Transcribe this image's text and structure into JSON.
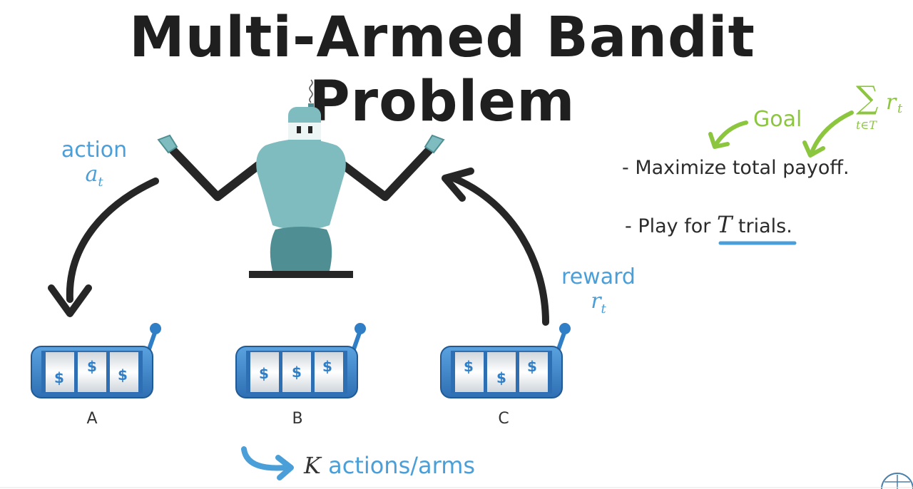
{
  "title": "Multi-Armed Bandit Problem",
  "action_label": {
    "word": "action",
    "symbol": "a",
    "subscript": "t"
  },
  "reward_label": {
    "word": "reward",
    "symbol": "r",
    "subscript": "t"
  },
  "goal": {
    "label": "Goal",
    "formula": {
      "sum_symbol": "∑",
      "term": "r",
      "term_subscript": "t",
      "under": "t∈T"
    }
  },
  "bullets": [
    {
      "dash": "-",
      "text": "Maximize total payoff."
    },
    {
      "dash": "-",
      "text_before": "Play for",
      "variable": "T",
      "text_after": "trials."
    }
  ],
  "machines": [
    {
      "label": "A",
      "symbol": "$"
    },
    {
      "label": "B",
      "symbol": "$"
    },
    {
      "label": "C",
      "symbol": "$"
    }
  ],
  "footer": {
    "variable": "K",
    "text": "actions/arms"
  },
  "colors": {
    "accent_blue": "#4a9fd8",
    "goal_green": "#8cc63f",
    "robot_teal": "#7fbcc0",
    "robot_dark": "#4f8f93",
    "machine_blue": "#2f7ec6",
    "arrow_dark": "#262626"
  },
  "icons": [
    "robot-icon",
    "slot-machine-icon",
    "curved-arrow-icon",
    "lever-icon"
  ]
}
